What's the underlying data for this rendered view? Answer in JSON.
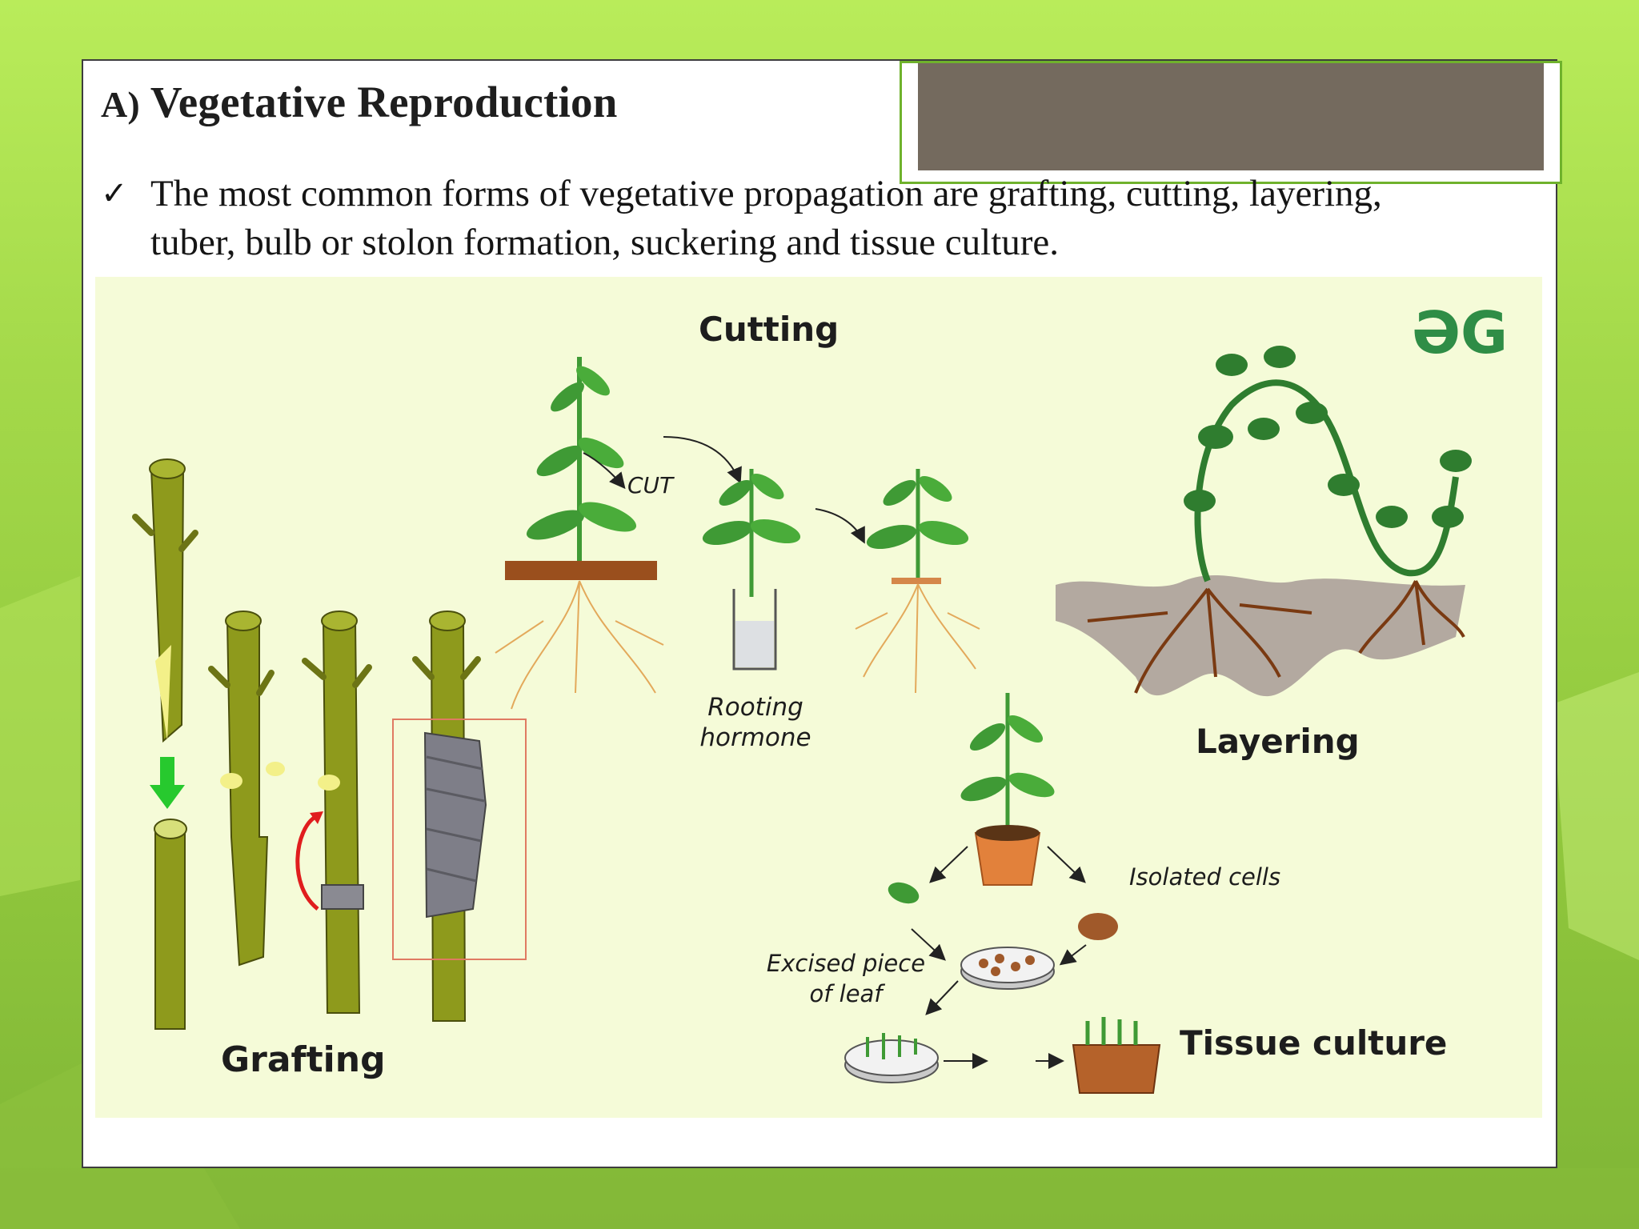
{
  "slide": {
    "heading_prefix": "A)",
    "heading": "Vegetative Reproduction",
    "bullet_line1": "The most common forms of vegetative propagation are grafting, cutting, layering,",
    "bullet_line2": "tuber, bulb or stolon formation, suckering and tissue culture."
  },
  "figure": {
    "logo": "ƏG",
    "labels": {
      "cutting": "Cutting",
      "cut": "CUT",
      "rooting_1": "Rooting",
      "rooting_2": "hormone",
      "layering": "Layering",
      "grafting": "Grafting",
      "isolated_cells": "Isolated cells",
      "excised_1": "Excised piece",
      "excised_2": "of leaf",
      "tissue_culture": "Tissue culture"
    }
  },
  "colors": {
    "background_green": "#a4d94a",
    "title_box_fill": "#746a5e",
    "figure_bg": "#f5fbd8",
    "stem": "#8e9a1c",
    "leaf": "#3f9a35",
    "logo_green": "#2f8d46"
  }
}
